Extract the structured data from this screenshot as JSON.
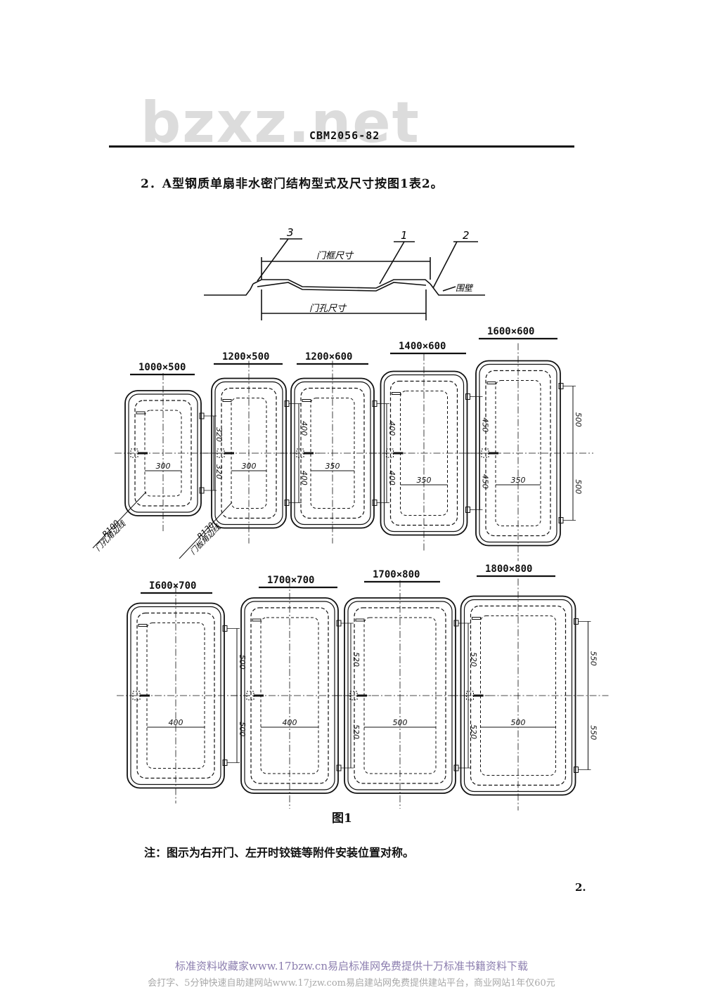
{
  "watermark": "bzxz.net",
  "header": {
    "standard_code": "CBM2056-82"
  },
  "section_text": "2．A型钢质单扇非水密门结构型式及尺寸按图1表2。",
  "section_view": {
    "callouts": [
      "3",
      "1",
      "2"
    ],
    "door_frame_size": "门框尺寸",
    "door_opening_size": "门孔尺寸",
    "wall_label": "围壁"
  },
  "doors": [
    {
      "label": "1000×500",
      "dims": [
        "320",
        "320"
      ],
      "width_dim": "300"
    },
    {
      "label": "1200×500",
      "dims": [
        "400",
        "400"
      ],
      "width_dim": "300"
    },
    {
      "label": "1200×600",
      "dims": [
        "400",
        "400"
      ],
      "width_dim": "350"
    },
    {
      "label": "1400×600",
      "dims": [
        "450",
        "450"
      ],
      "width_dim": "350"
    },
    {
      "label": "1600×600",
      "dims": [
        "500",
        "500"
      ],
      "width_dim": "350"
    },
    {
      "label": "I600×700",
      "dims": [
        "500",
        "500"
      ],
      "width_dim": "400"
    },
    {
      "label": "1700×700",
      "dims": [
        "520",
        "520"
      ],
      "width_dim": "400"
    },
    {
      "label": "1700×800",
      "dims": [
        "520",
        "520"
      ],
      "width_dim": "500"
    },
    {
      "label": "1800×800",
      "dims": [
        "550",
        "550"
      ],
      "width_dim": "500"
    }
  ],
  "radius_notes": [
    {
      "radius": "R100",
      "text": "门孔角边线"
    },
    {
      "radius": "R130",
      "text": "门板角边线"
    }
  ],
  "figure_caption": "图1",
  "note": "注：图示为右开门、左开时铰链等附件安装位置对称。",
  "page_number": "2.",
  "footer": {
    "line1": "标准资料收藏家www.17bzw.cn易启标准网免费提供十万标准书籍资料下载",
    "line2": "会打字、5分钟快速自助建网站www.17jzw.com易启建站网免费提供建站平台，商业网站1年仅60元"
  }
}
